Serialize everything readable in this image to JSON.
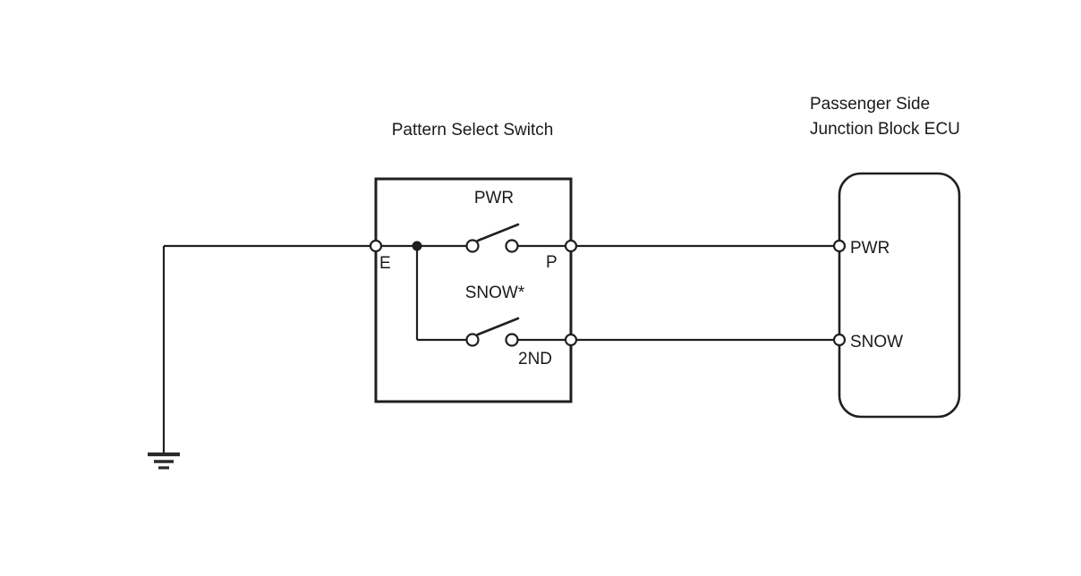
{
  "pattern_select_switch": {
    "title": "Pattern Select Switch",
    "top_contact_label": "PWR",
    "bottom_contact_label": "SNOW*",
    "terminal_e": "E",
    "terminal_p": "P",
    "terminal_2nd": "2ND"
  },
  "junction_block_ecu": {
    "title_line1": "Passenger Side",
    "title_line2": "Junction Block ECU",
    "terminal_pwr": "PWR",
    "terminal_snow": "SNOW"
  },
  "connections": [
    "Ground — switch terminal E",
    "Switch terminal P — ECU terminal PWR",
    "Switch terminal 2ND — ECU terminal SNOW",
    "E-side junction feeds both PWR and SNOW* contacts"
  ],
  "colors": {
    "line": "#1f1f1f",
    "text": "#1a1a1a",
    "background": "#ffffff"
  }
}
